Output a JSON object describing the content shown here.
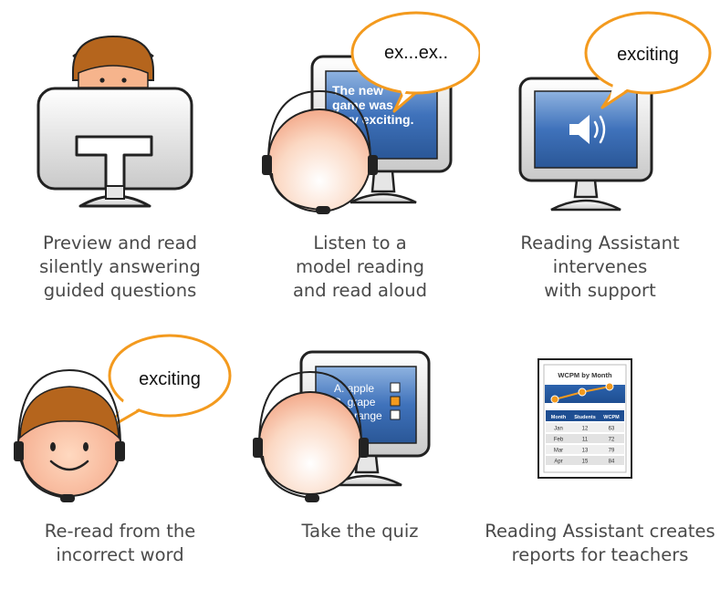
{
  "steps": [
    {
      "caption": [
        "Preview and read",
        "silently answering",
        "guided questions"
      ]
    },
    {
      "caption": [
        "Listen to a",
        "model reading",
        "and read aloud"
      ],
      "bubble": "ex...ex..",
      "screen_text": [
        "The new",
        "game was",
        "very exciting."
      ]
    },
    {
      "caption": [
        "Reading Assistant",
        "intervenes",
        "with support"
      ],
      "bubble": "exciting"
    },
    {
      "caption": [
        "Re-read from the",
        "incorrect word"
      ],
      "bubble": "exciting"
    },
    {
      "caption": [
        "Take the quiz"
      ],
      "quiz": [
        {
          "option": "A. apple",
          "checked": false
        },
        {
          "option": "B. grape",
          "checked": true
        },
        {
          "option": "C. orange",
          "checked": false
        }
      ]
    },
    {
      "caption": [
        "Reading Assistant creates",
        "reports for teachers"
      ],
      "report": {
        "title": "WCPM by Month",
        "columns": [
          "Month",
          "Students",
          "WCPM"
        ],
        "rows": [
          [
            "Jan",
            "12",
            "63"
          ],
          [
            "Feb",
            "11",
            "72"
          ],
          [
            "Mar",
            "13",
            "79"
          ],
          [
            "Apr",
            "15",
            "84"
          ]
        ]
      }
    }
  ],
  "colors": {
    "bubble_border": "#f39a1e",
    "screen_blue": "#3a6fb8",
    "skin": "#f6b48c",
    "hair": "#b5651d",
    "caption_text": "#4a4a4a"
  }
}
